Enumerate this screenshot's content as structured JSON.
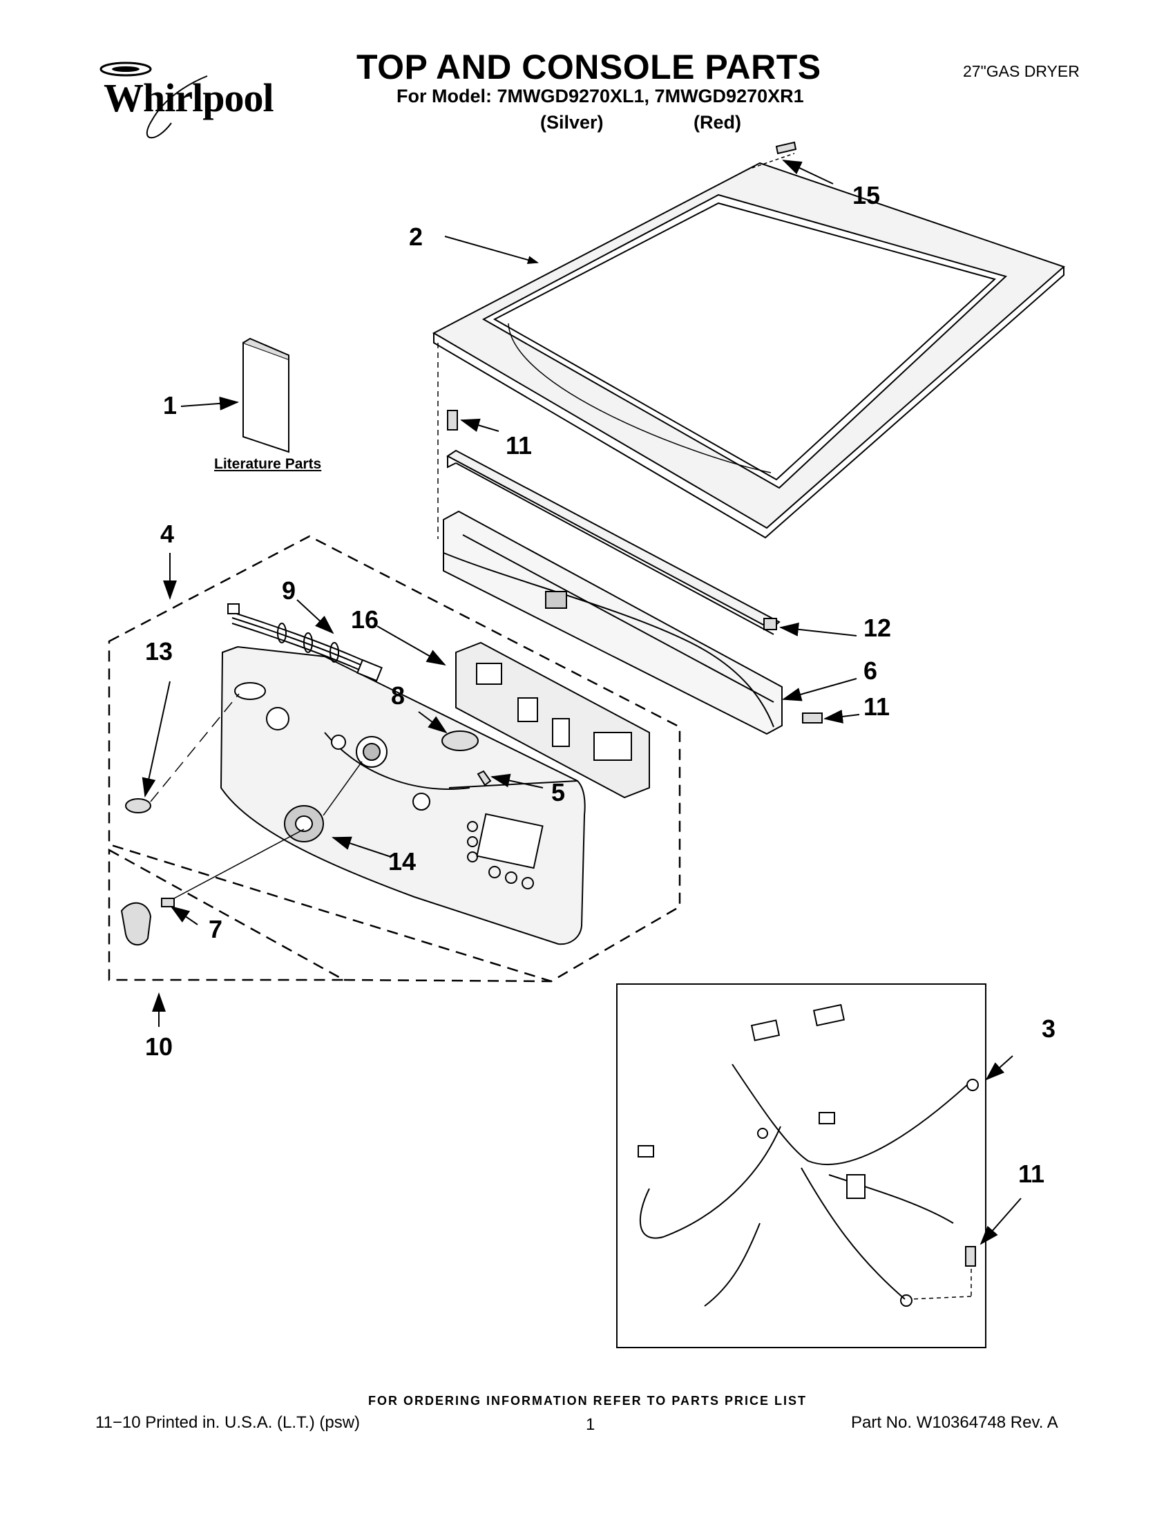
{
  "header": {
    "brand": "Whirlpool",
    "title": "TOP AND CONSOLE PARTS",
    "model_line": "For Model: 7MWGD9270XL1, 7MWGD9270XR1",
    "variant_silver": "(Silver)",
    "variant_red": "(Red)",
    "product_type": "27\"GAS DRYER"
  },
  "diagram": {
    "literature_label": "Literature Parts",
    "callouts": [
      "1",
      "2",
      "3",
      "4",
      "5",
      "6",
      "7",
      "8",
      "9",
      "10",
      "11",
      "11",
      "11",
      "12",
      "13",
      "14",
      "15",
      "16"
    ]
  },
  "footer": {
    "ordering_info": "FOR ORDERING INFORMATION REFER TO PARTS PRICE LIST",
    "print_info": "11−10 Printed in. U.S.A. (L.T.) (psw)",
    "page_number": "1",
    "part_number": "Part No. W10364748 Rev. A"
  }
}
